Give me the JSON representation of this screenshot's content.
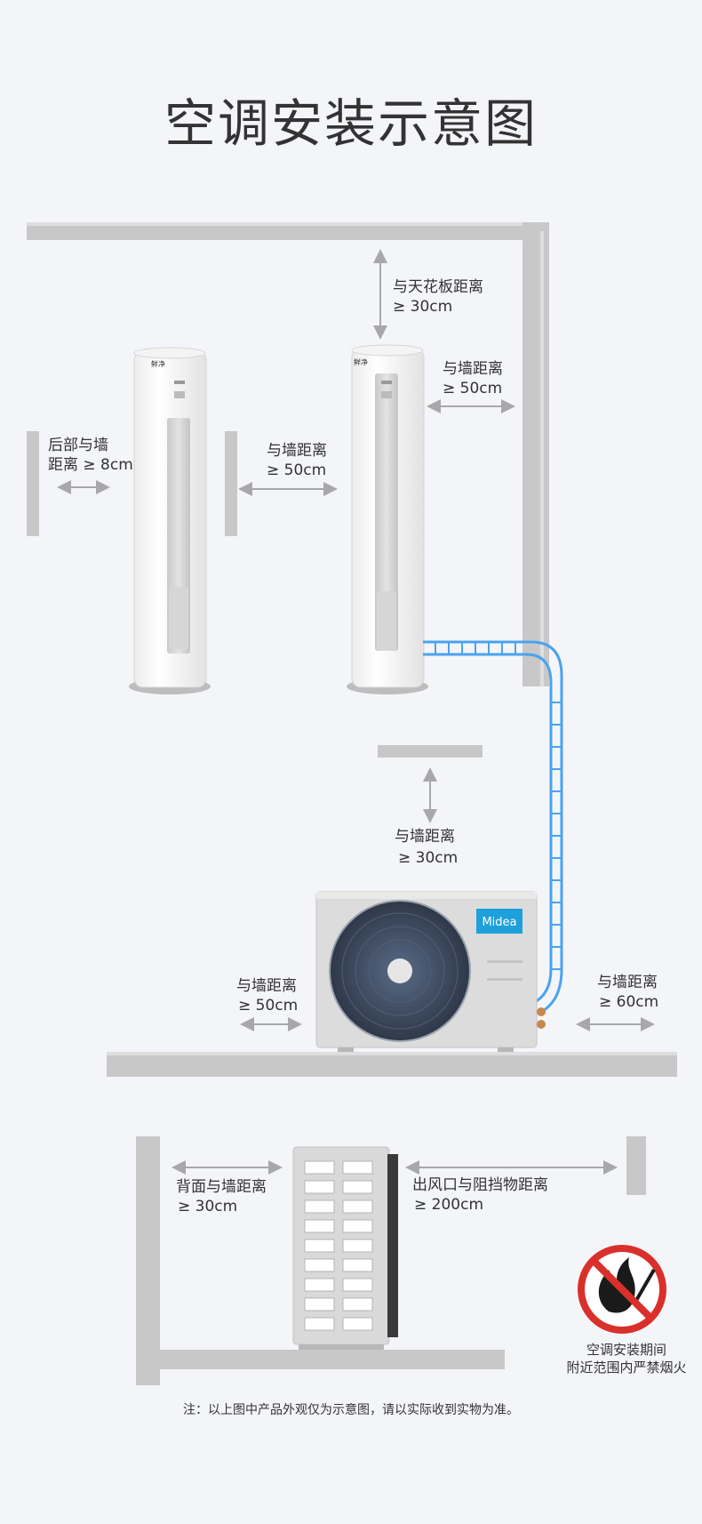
{
  "title": "空调安装示意图",
  "labels": {
    "ceiling": "与天花板距离",
    "ceiling_value": "≥ 30cm",
    "side_wall_right": "与墙距离",
    "side_wall_right_value": "≥ 50cm",
    "back_wall": "后部与墙",
    "back_wall_value": "距离 ≥ 8cm",
    "side_wall_mid": "与墙距离",
    "side_wall_mid_value": "≥ 50cm",
    "outdoor_top": "与墙距离",
    "outdoor_top_value": "≥ 30cm",
    "outdoor_left": "与墙距离",
    "outdoor_left_value": "≥ 50cm",
    "outdoor_right": "与墙距离",
    "outdoor_right_value": "≥ 60cm",
    "rear_wall": "背面与墙距离",
    "rear_wall_value": "≥ 30cm",
    "outlet_obstacle": "出风口与阻挡物距离",
    "outlet_obstacle_value": "≥ 200cm"
  },
  "brand": "Midea",
  "warning": {
    "line1": "空调安装期间",
    "line2": "附近范围内严禁烟火"
  },
  "footnote": "注：以上图中产品外观仅为示意图，请以实际收到实物为准。",
  "colors": {
    "wall": "#c8c8c8",
    "pipe": "#4aa3f0",
    "arrow": "#a8a8a8",
    "brand": "#1ea0dc",
    "no_fire": "#d9302c"
  }
}
